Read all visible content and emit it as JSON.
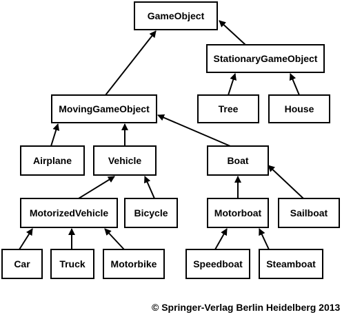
{
  "nodes": {
    "gameobject": "GameObject",
    "stationarygameobject": "StationaryGameObject",
    "movinggameobject": "MovingGameObject",
    "tree": "Tree",
    "house": "House",
    "airplane": "Airplane",
    "vehicle": "Vehicle",
    "boat": "Boat",
    "motorizedvehicle": "MotorizedVehicle",
    "bicycle": "Bicycle",
    "motorboat": "Motorboat",
    "sailboat": "Sailboat",
    "car": "Car",
    "truck": "Truck",
    "motorbike": "Motorbike",
    "speedboat": "Speedboat",
    "steamboat": "Steamboat"
  },
  "edges": [
    {
      "from": "stationarygameobject",
      "to": "gameobject"
    },
    {
      "from": "movinggameobject",
      "to": "gameobject"
    },
    {
      "from": "tree",
      "to": "stationarygameobject"
    },
    {
      "from": "house",
      "to": "stationarygameobject"
    },
    {
      "from": "airplane",
      "to": "movinggameobject"
    },
    {
      "from": "vehicle",
      "to": "movinggameobject"
    },
    {
      "from": "boat",
      "to": "movinggameobject"
    },
    {
      "from": "motorizedvehicle",
      "to": "vehicle"
    },
    {
      "from": "bicycle",
      "to": "vehicle"
    },
    {
      "from": "motorboat",
      "to": "boat"
    },
    {
      "from": "sailboat",
      "to": "boat"
    },
    {
      "from": "car",
      "to": "motorizedvehicle"
    },
    {
      "from": "truck",
      "to": "motorizedvehicle"
    },
    {
      "from": "motorbike",
      "to": "motorizedvehicle"
    },
    {
      "from": "speedboat",
      "to": "motorboat"
    },
    {
      "from": "steamboat",
      "to": "motorboat"
    }
  ],
  "copyright": "© Springer-Verlag Berlin Heidelberg 2013"
}
